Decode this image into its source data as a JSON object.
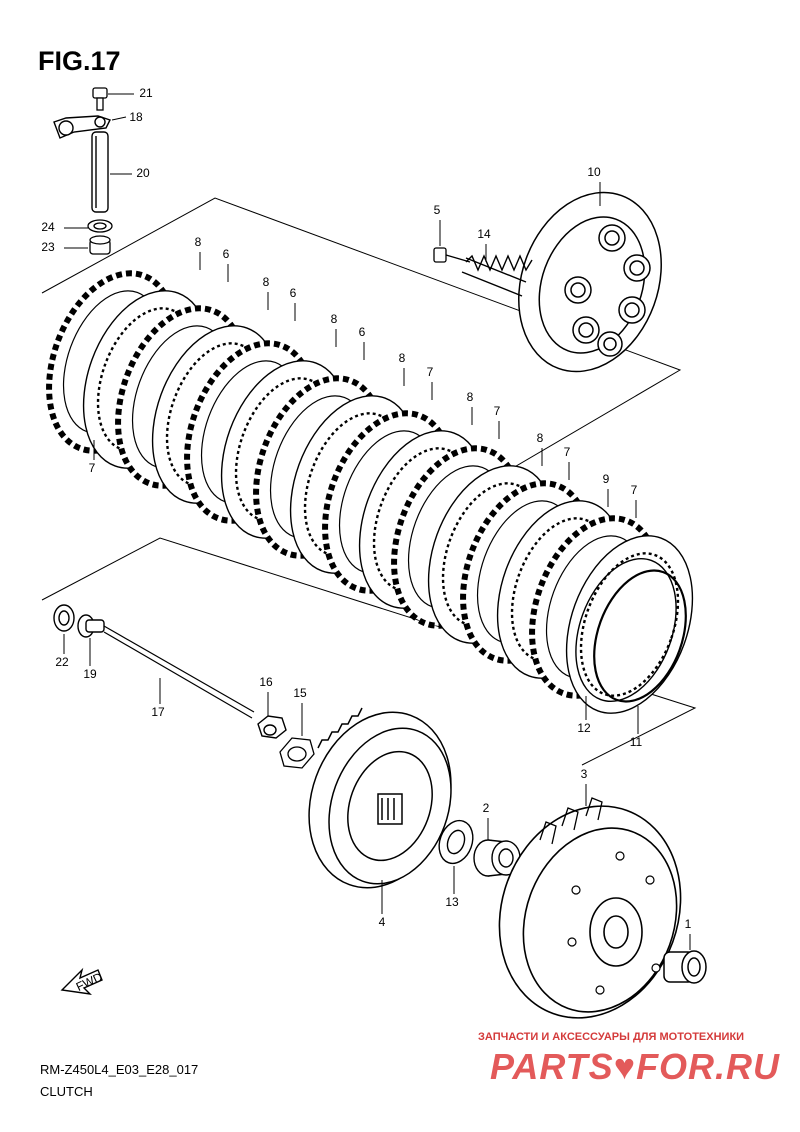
{
  "figure": {
    "title": "FIG.17",
    "code": "RM-Z450L4_E03_E28_017",
    "caption": "CLUTCH"
  },
  "watermark": {
    "tagline": "ЗАПЧАСТИ И АКСЕССУАРЫ ДЛЯ МОТОТЕХНИКИ",
    "brand": "PARTS♥FOR.RU",
    "color": "#e35a5a"
  },
  "fwd_label": "FWD",
  "callouts": [
    {
      "id": "21",
      "label": "21"
    },
    {
      "id": "18",
      "label": "18"
    },
    {
      "id": "20",
      "label": "20"
    },
    {
      "id": "24",
      "label": "24"
    },
    {
      "id": "23",
      "label": "23"
    },
    {
      "id": "10",
      "label": "10"
    },
    {
      "id": "5",
      "label": "5"
    },
    {
      "id": "14",
      "label": "14"
    },
    {
      "id": "8a",
      "label": "8"
    },
    {
      "id": "6a",
      "label": "6"
    },
    {
      "id": "8b",
      "label": "8"
    },
    {
      "id": "6b",
      "label": "6"
    },
    {
      "id": "8c",
      "label": "8"
    },
    {
      "id": "6c",
      "label": "6"
    },
    {
      "id": "8d",
      "label": "8"
    },
    {
      "id": "7a",
      "label": "7"
    },
    {
      "id": "8e",
      "label": "8"
    },
    {
      "id": "7b",
      "label": "7"
    },
    {
      "id": "8f",
      "label": "8"
    },
    {
      "id": "7c",
      "label": "7"
    },
    {
      "id": "9",
      "label": "9"
    },
    {
      "id": "7d",
      "label": "7"
    },
    {
      "id": "7e",
      "label": "7"
    },
    {
      "id": "12",
      "label": "12"
    },
    {
      "id": "11",
      "label": "11"
    },
    {
      "id": "22",
      "label": "22"
    },
    {
      "id": "19",
      "label": "19"
    },
    {
      "id": "17",
      "label": "17"
    },
    {
      "id": "16",
      "label": "16"
    },
    {
      "id": "15",
      "label": "15"
    },
    {
      "id": "4",
      "label": "4"
    },
    {
      "id": "13",
      "label": "13"
    },
    {
      "id": "2",
      "label": "2"
    },
    {
      "id": "3",
      "label": "3"
    },
    {
      "id": "1",
      "label": "1"
    }
  ]
}
